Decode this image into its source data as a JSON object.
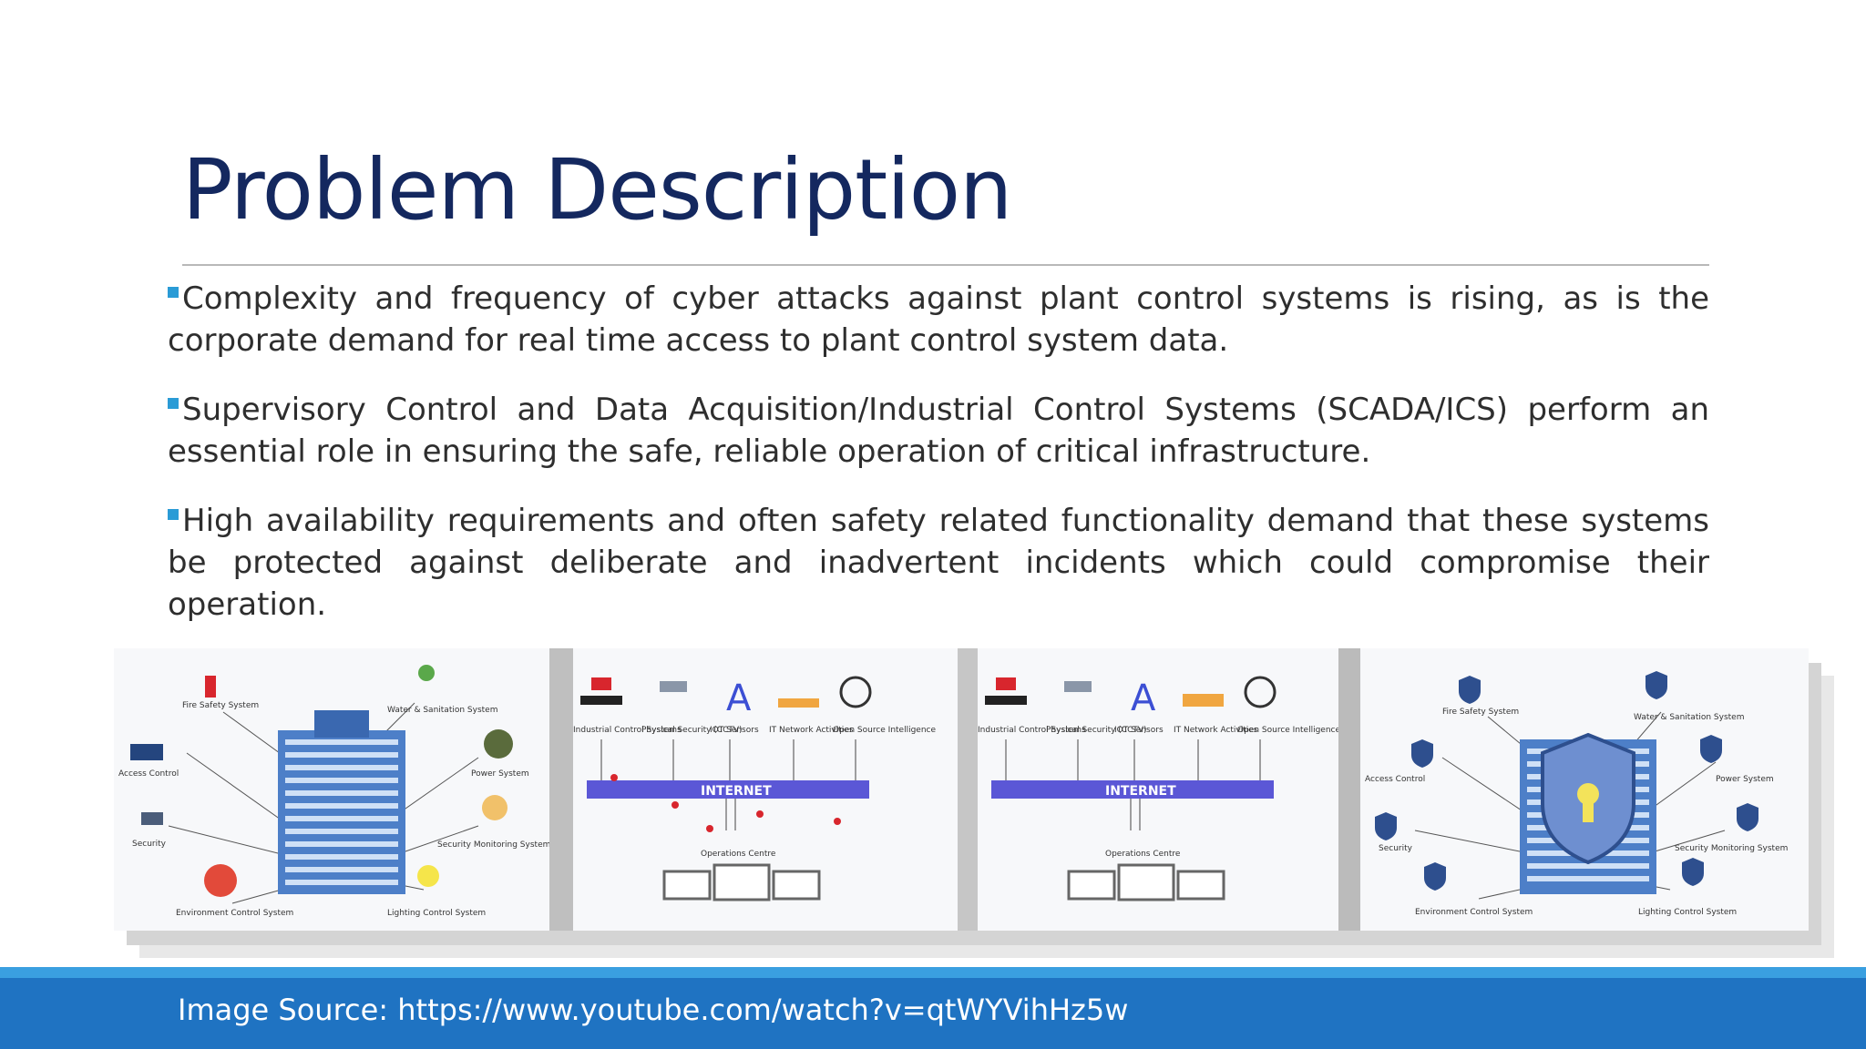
{
  "slide": {
    "title": "Problem Description",
    "bullets": [
      "Complexity and frequency of cyber attacks against plant control systems is rising, as is the corporate demand for real time access to plant control system data.",
      "Supervisory Control and Data Acquisition/Industrial Control Systems (SCADA/ICS) perform an essential role in ensuring the safe, reliable operation of critical infrastructure.",
      "High availability requirements and often safety related functionality demand that these systems be protected against deliberate and inadvertent incidents which could compromise their operation."
    ],
    "footer": "Image Source: https://www.youtube.com/watch?v=qtWYVihHz5w"
  },
  "figure": {
    "building_labels": {
      "fire": "Fire Safety System",
      "water": "Water & Sanitation System",
      "access": "Access Control",
      "power": "Power System",
      "security": "Security",
      "monitoring": "Security Monitoring System",
      "environment": "Environment Control System",
      "lighting": "Lighting Control System"
    },
    "network_labels": {
      "ics": "Industrial Control Systems",
      "cctv": "Physical Security (CCTV)",
      "iot": "IOT Sensors",
      "it": "IT Network Activities",
      "osint": "Open Source Intelligence",
      "internet": "INTERNET",
      "ops": "Operations Centre"
    },
    "colors": {
      "internet_bar": "#5b57d6",
      "building": "#4d7fc8",
      "accent": "#2a9bd6"
    }
  }
}
